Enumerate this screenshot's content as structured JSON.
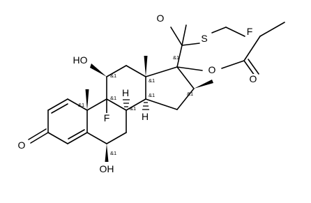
{
  "molecule": {
    "atoms": {
      "o_carbonyl_top": "O",
      "s_thio": "S",
      "f_fluoro_methyl": "F",
      "o_ester": "O",
      "o_ester_carbonyl": "O",
      "oh_11": "HO",
      "f_9": "F",
      "h_8": "H",
      "h_14": "H",
      "o_3_keto": "O",
      "oh_6": "OH"
    },
    "stereo_label": "&1"
  }
}
